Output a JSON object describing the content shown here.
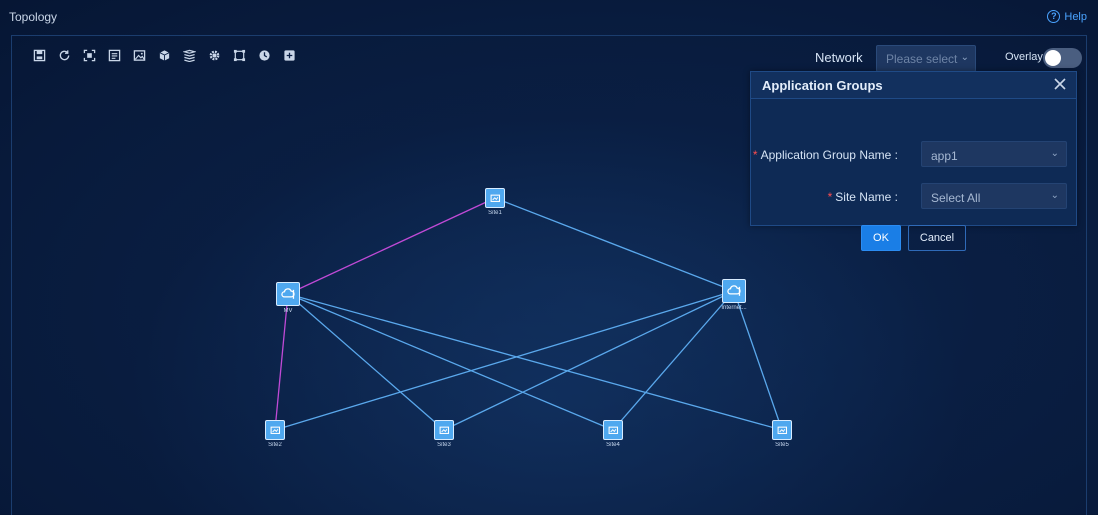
{
  "header": {
    "title": "Topology",
    "help_label": "Help"
  },
  "toolbar": {
    "icons": [
      "save-icon",
      "refresh-icon",
      "fit-view-icon",
      "export-icon",
      "image-icon",
      "3d-view-icon",
      "layers-icon",
      "settings-icon",
      "select-area-icon",
      "history-icon",
      "legend-icon"
    ]
  },
  "network": {
    "label": "Network",
    "placeholder": "Please select"
  },
  "overlay": {
    "label": "Overlay",
    "enabled": false
  },
  "dialog": {
    "title": "Application Groups",
    "fields": [
      {
        "label": "Application Group Name :",
        "value": "app1",
        "required": true
      },
      {
        "label": "Site Name :",
        "value": "Select All",
        "required": true
      }
    ],
    "ok_label": "OK",
    "cancel_label": "Cancel"
  },
  "topology": {
    "nodes": [
      {
        "id": "site1",
        "label": "Site1"
      },
      {
        "id": "mv",
        "label": "MV"
      },
      {
        "id": "internet",
        "label": "Internet..."
      },
      {
        "id": "site2",
        "label": "Site2"
      },
      {
        "id": "site3",
        "label": "Site3"
      },
      {
        "id": "site4",
        "label": "Site4"
      },
      {
        "id": "site5",
        "label": "Site5"
      }
    ],
    "links": [
      {
        "from": "mv",
        "to": "site1",
        "color": "#c04ad6"
      },
      {
        "from": "site1",
        "to": "internet",
        "color": "#5aa8ec"
      },
      {
        "from": "mv",
        "to": "site2",
        "color": "#c04ad6"
      },
      {
        "from": "mv",
        "to": "site3",
        "color": "#5aa8ec"
      },
      {
        "from": "mv",
        "to": "site4",
        "color": "#5aa8ec"
      },
      {
        "from": "mv",
        "to": "site5",
        "color": "#5aa8ec"
      },
      {
        "from": "internet",
        "to": "site2",
        "color": "#5aa8ec"
      },
      {
        "from": "internet",
        "to": "site3",
        "color": "#5aa8ec"
      },
      {
        "from": "internet",
        "to": "site4",
        "color": "#5aa8ec"
      },
      {
        "from": "internet",
        "to": "site5",
        "color": "#5aa8ec"
      }
    ]
  },
  "colors": {
    "accent": "#1a7ee6",
    "link_blue": "#5aa8ec",
    "link_purple": "#c04ad6",
    "required": "#ff4d4f"
  }
}
